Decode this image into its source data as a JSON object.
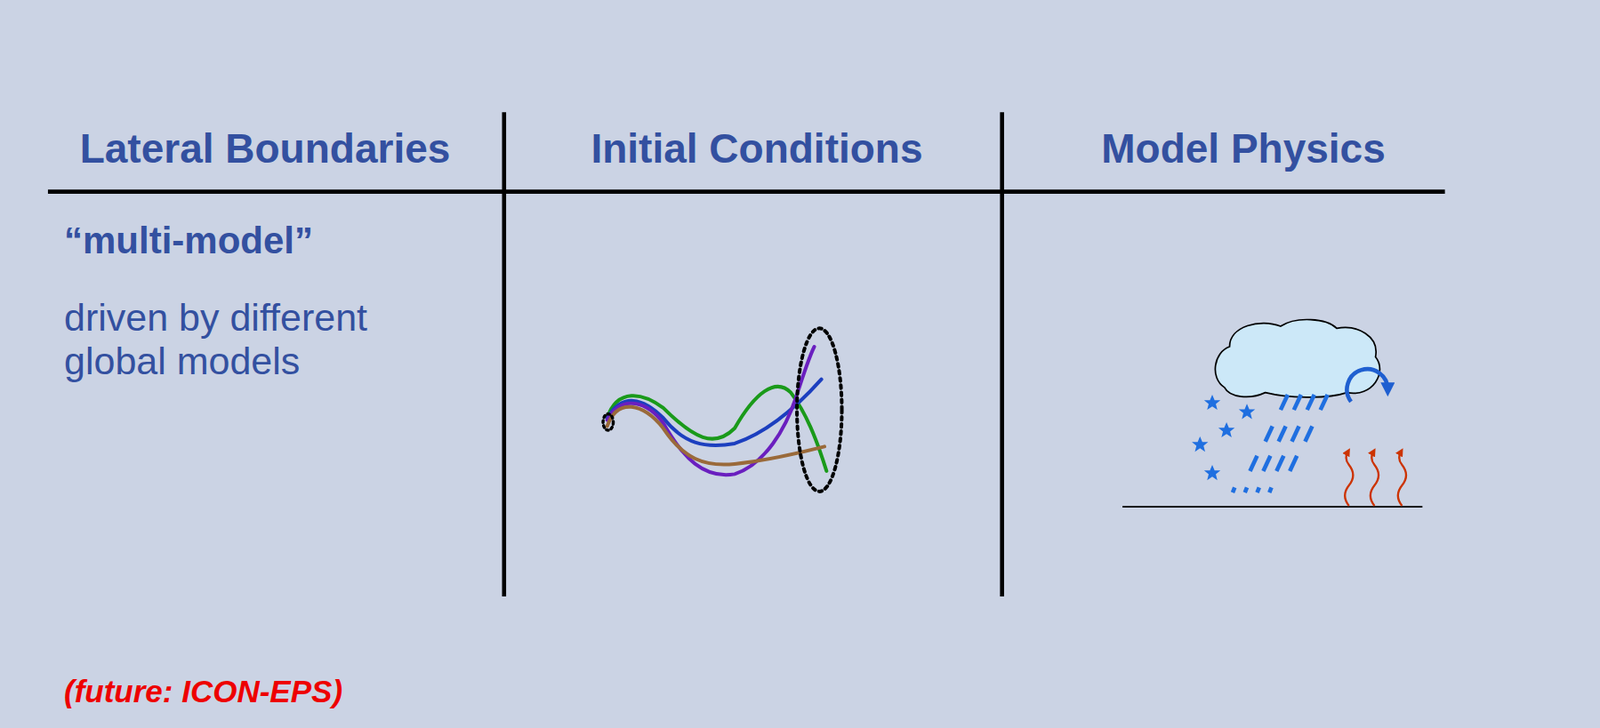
{
  "diagram": {
    "labels": [
      "Lateral Boundaries",
      "Initial Conditions",
      "Model Physics",
      "“multi-model”",
      "driven by different global models",
      "(future: ICON-EPS)"
    ]
  }
}
